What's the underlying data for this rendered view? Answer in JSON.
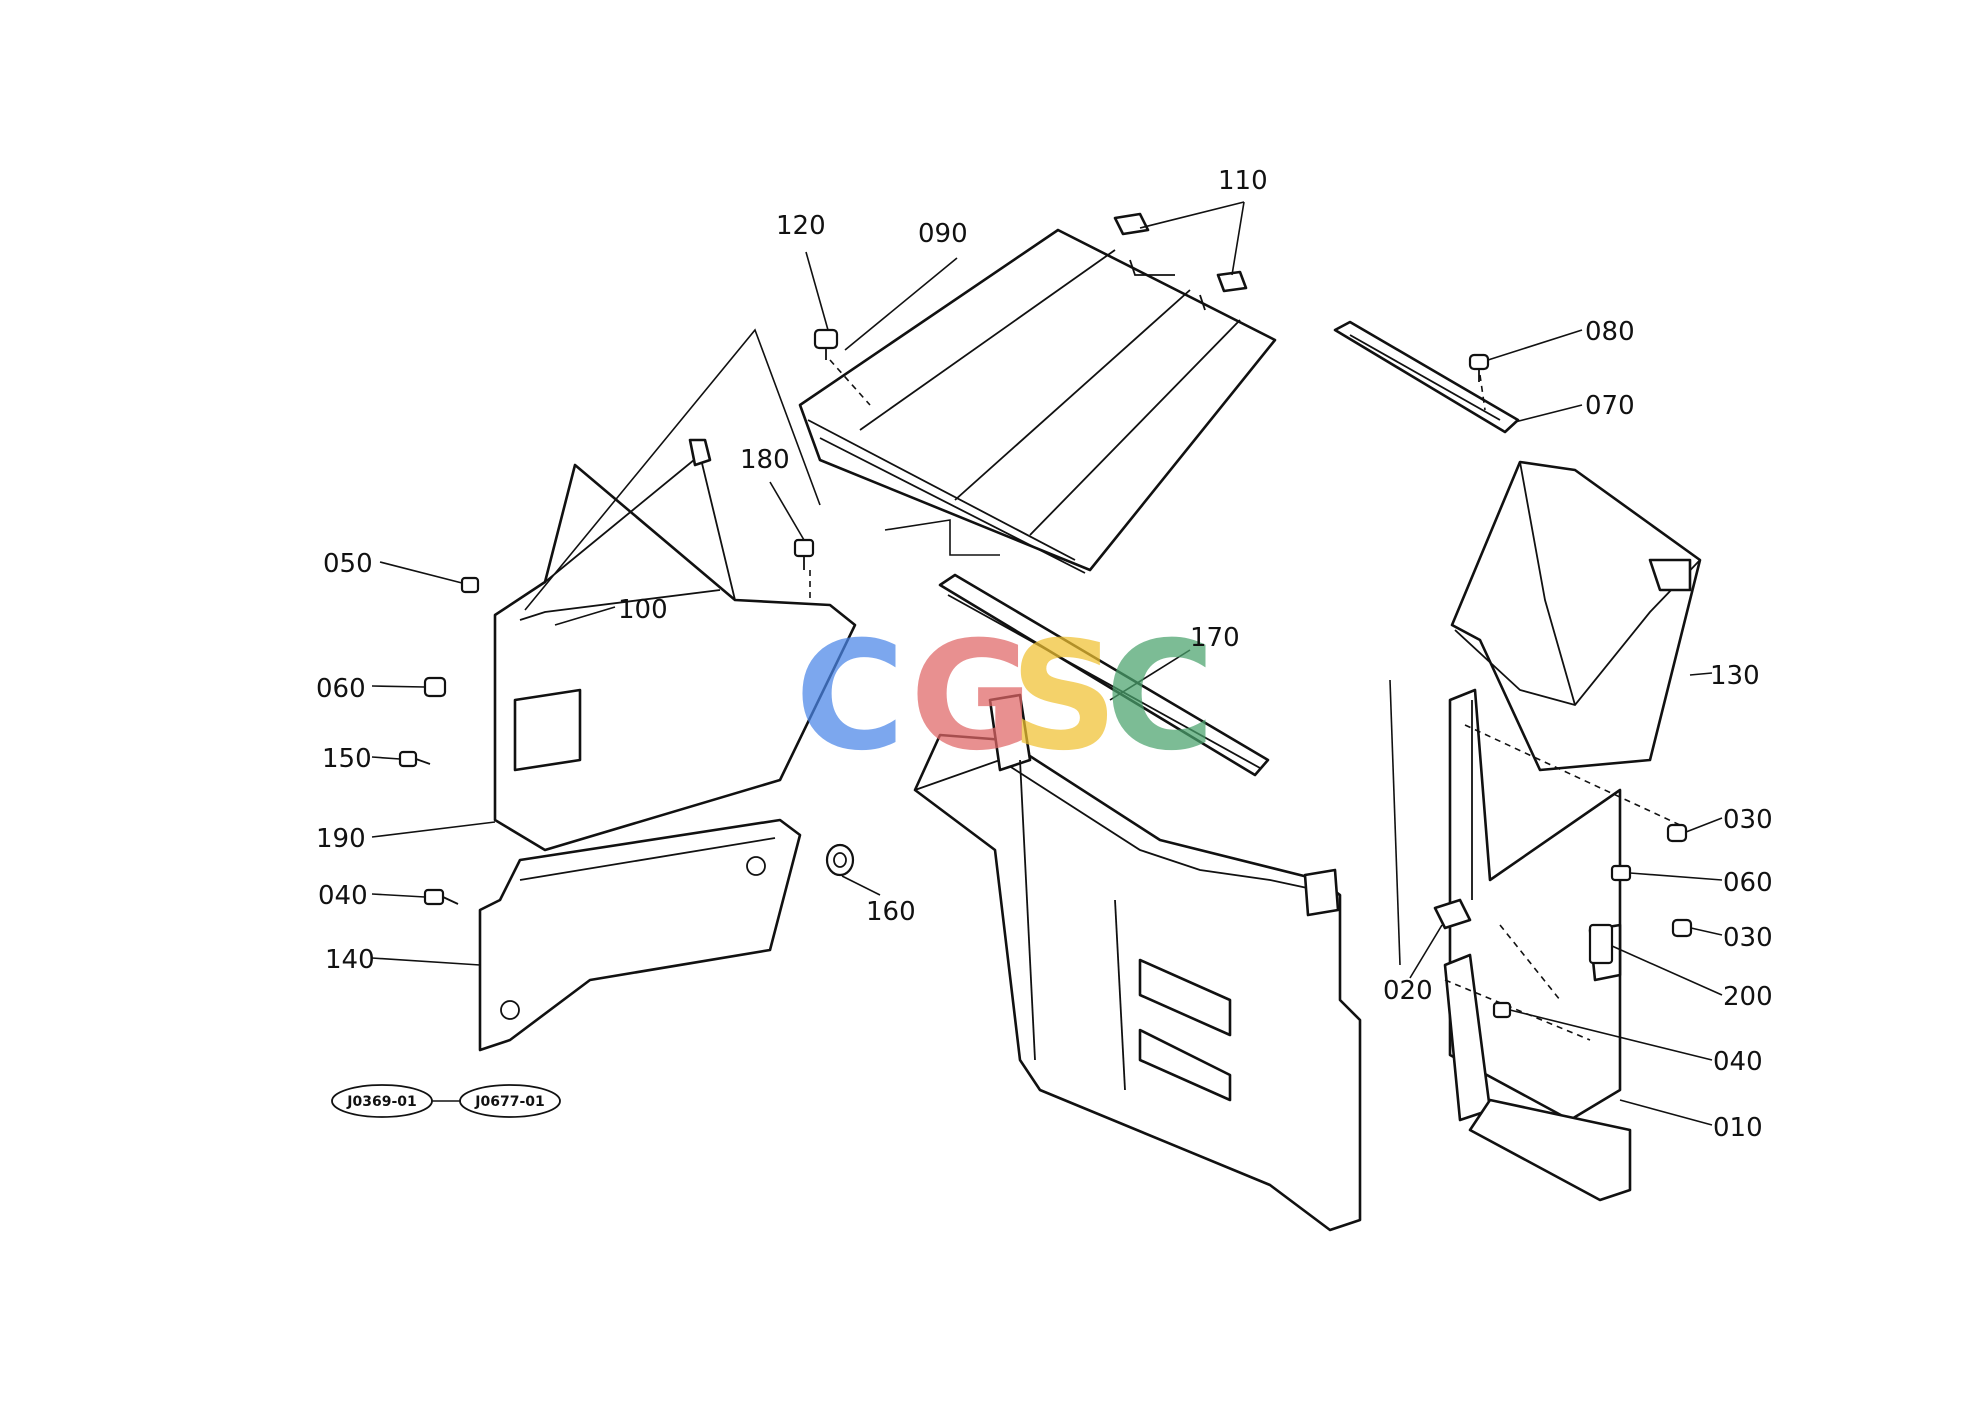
{
  "watermark": {
    "letters": [
      {
        "char": "C",
        "color": "#4a86e8"
      },
      {
        "char": "G",
        "color": "#e06666"
      },
      {
        "char": "S",
        "color": "#f1c232"
      },
      {
        "char": "C",
        "color": "#4aa36d"
      }
    ]
  },
  "part_labels": {
    "p010": "010",
    "p020": "020",
    "p030a": "030",
    "p030b": "030",
    "p040a": "040",
    "p040b": "040",
    "p050": "050",
    "p060a": "060",
    "p060b": "060",
    "p070": "070",
    "p080": "080",
    "p090": "090",
    "p100": "100",
    "p110": "110",
    "p120": "120",
    "p130": "130",
    "p140": "140",
    "p150": "150",
    "p160": "160",
    "p170": "170",
    "p180": "180",
    "p190": "190",
    "p200": "200"
  },
  "reference_codes": {
    "first": "J0369-01",
    "second": "J0677-01"
  }
}
